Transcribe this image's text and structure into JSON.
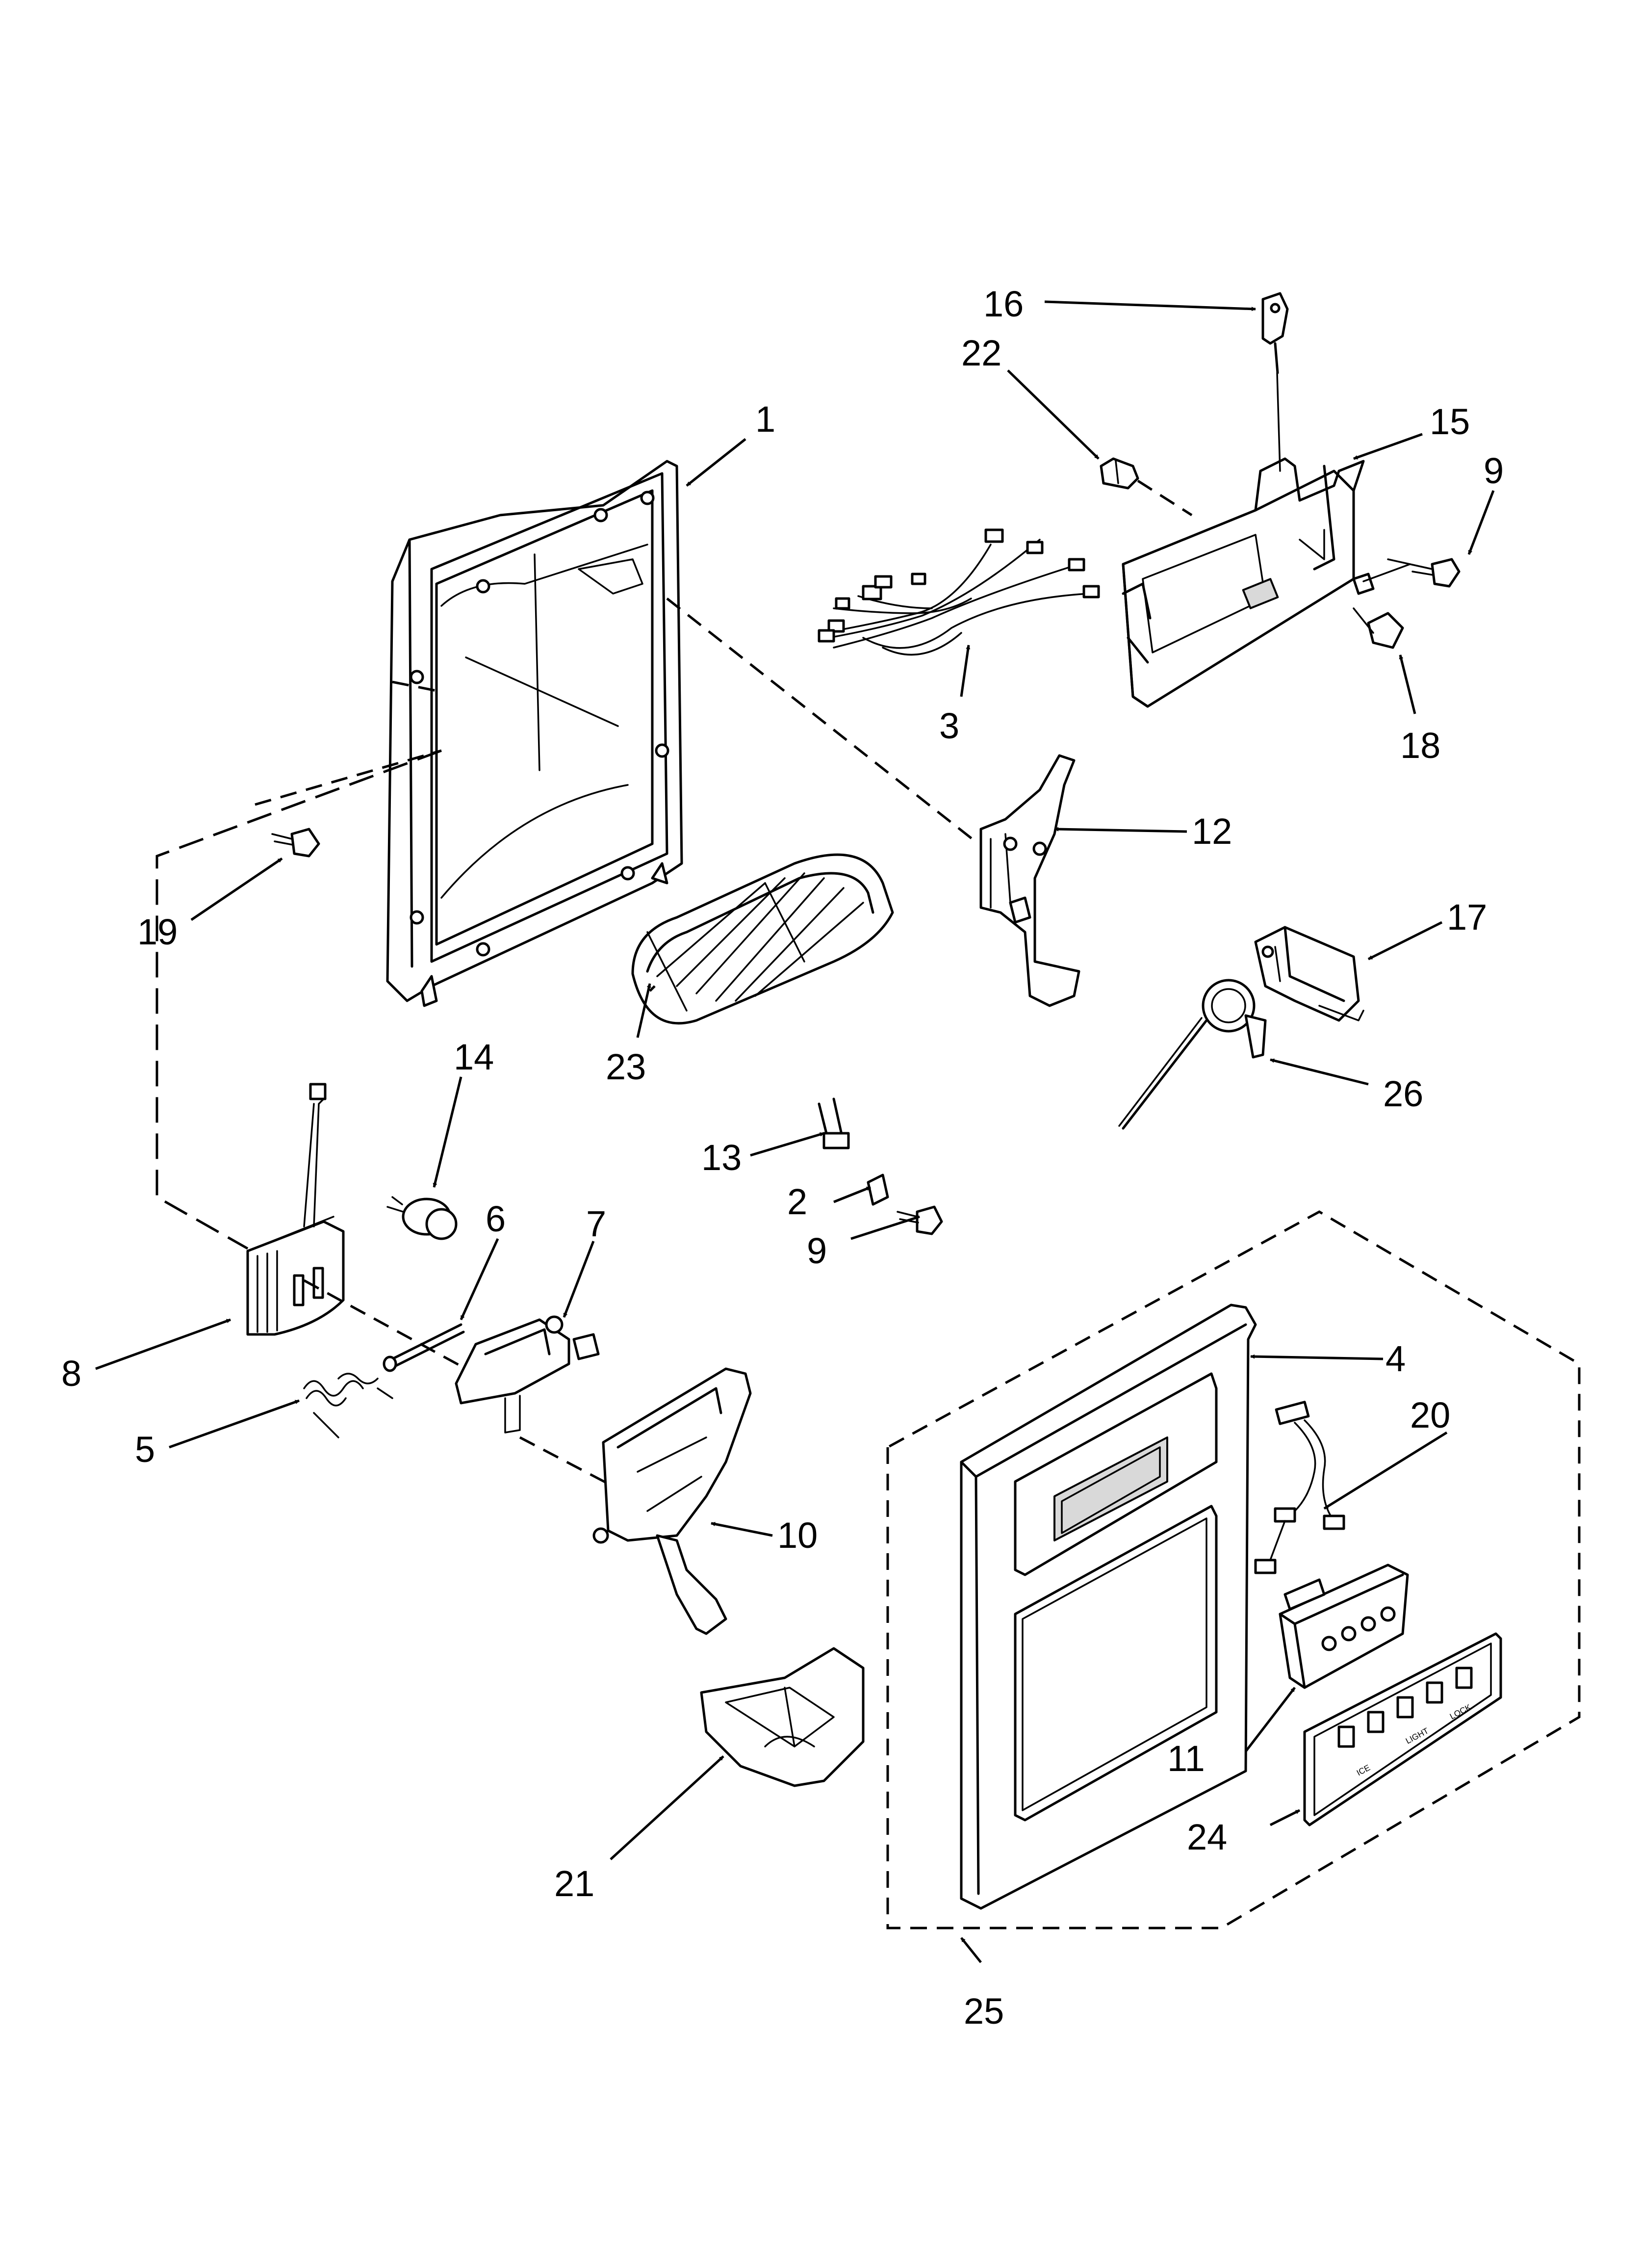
{
  "diagram": {
    "callouts": {
      "c1": "1",
      "c2": "2",
      "c3": "3",
      "c4": "4",
      "c5": "5",
      "c6": "6",
      "c7": "7",
      "c8": "8",
      "c9a": "9",
      "c9b": "9",
      "c10": "10",
      "c11": "11",
      "c12": "12",
      "c13": "13",
      "c14": "14",
      "c15": "15",
      "c16": "16",
      "c17": "17",
      "c18": "18",
      "c19": "19",
      "c20": "20",
      "c21": "21",
      "c22": "22",
      "c23": "23",
      "c24": "24",
      "c25": "25",
      "c26": "26"
    },
    "panel_text": {
      "ice": "ICE",
      "light": "LIGHT",
      "lock": "LOCK"
    }
  }
}
